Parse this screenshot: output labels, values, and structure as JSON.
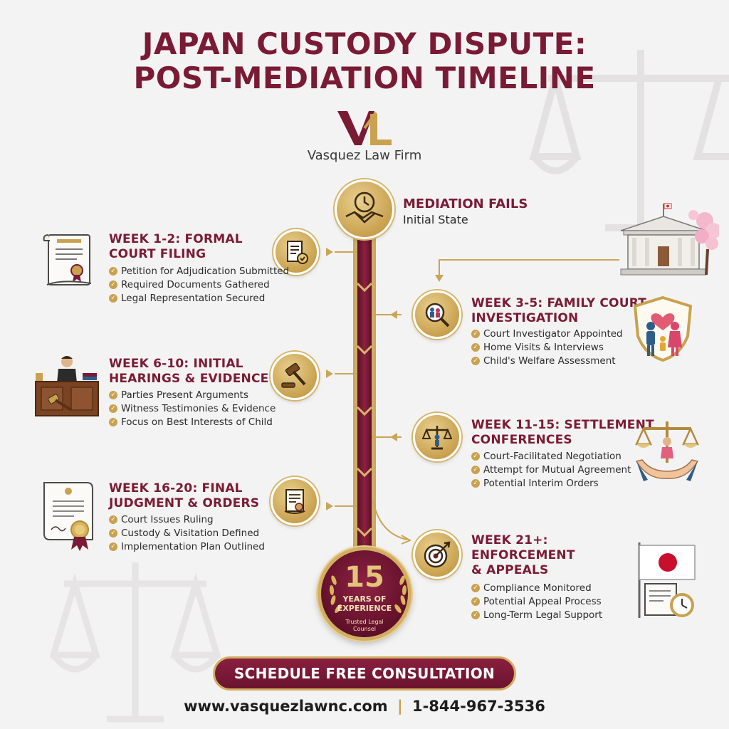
{
  "title": {
    "line1": "JAPAN CUSTODY DISPUTE:",
    "line2": "POST-MEDIATION TIMELINE"
  },
  "brand": {
    "logo_text": "VL",
    "name": "Vasquez Law Firm",
    "colors": {
      "burgundy": "#7a1b35",
      "gold": "#c9a14f",
      "background": "#f4f3f3"
    }
  },
  "start": {
    "title": "MEDIATION FAILS",
    "subtitle": "Initial State",
    "icon": "handshake-clock-icon"
  },
  "steps": [
    {
      "title_line1": "WEEK 1-2: FORMAL",
      "title_line2": "COURT FILING",
      "icon": "document-check-icon",
      "illustration": "scroll-certificate-illustration",
      "bullets": [
        "Petition for Adjudication Submitted",
        "Required Documents Gathered",
        "Legal Representation Secured"
      ]
    },
    {
      "title_line1": "WEEK 3-5: FAMILY COURT",
      "title_line2": "INVESTIGATION",
      "icon": "magnifier-family-icon",
      "illustration": "family-shield-illustration",
      "bullets": [
        "Court Investigator Appointed",
        "Home Visits & Interviews",
        "Child's Welfare Assessment"
      ]
    },
    {
      "title_line1": "WEEK 6-10: INITIAL",
      "title_line2": "HEARINGS & EVIDENCE",
      "icon": "gavel-icon",
      "illustration": "judge-bench-illustration",
      "bullets": [
        "Parties Present Arguments",
        "Witness Testimonies & Evidence",
        "Focus on Best Interests of Child"
      ]
    },
    {
      "title_line1": "WEEK 11-15: SETTLEMENT",
      "title_line2": "CONFERENCES",
      "icon": "scales-icon",
      "illustration": "scales-hands-illustration",
      "bullets": [
        "Court-Facilitated Negotiation",
        "Attempt for Mutual Agreement",
        "Potential Interim Orders"
      ]
    },
    {
      "title_line1": "WEEK 16-20: FINAL",
      "title_line2": "JUDGMENT & ORDERS",
      "icon": "scroll-seal-icon",
      "illustration": "certificate-ribbon-illustration",
      "bullets": [
        "Court Issues Ruling",
        "Custody & Visitation Defined",
        "Implementation Plan Outlined"
      ]
    },
    {
      "title_line1": "WEEK 21+:",
      "title_line2": "ENFORCEMENT",
      "title_line3": "& APPEALS",
      "icon": "target-icon",
      "illustration": "japan-flag-document-illustration",
      "bullets": [
        "Compliance Monitored",
        "Potential Appeal Process",
        "Long-Term Legal Support"
      ]
    }
  ],
  "badge": {
    "number": "15",
    "line1": "YEARS OF",
    "line2": "EXPERIENCE",
    "tag1": "Trusted Legal",
    "tag2": "Counsel"
  },
  "cta": {
    "label": "SCHEDULE FREE CONSULTATION"
  },
  "footer": {
    "website": "www.vasquezlawnc.com",
    "separator": "|",
    "phone": "1-844-967-3536"
  }
}
